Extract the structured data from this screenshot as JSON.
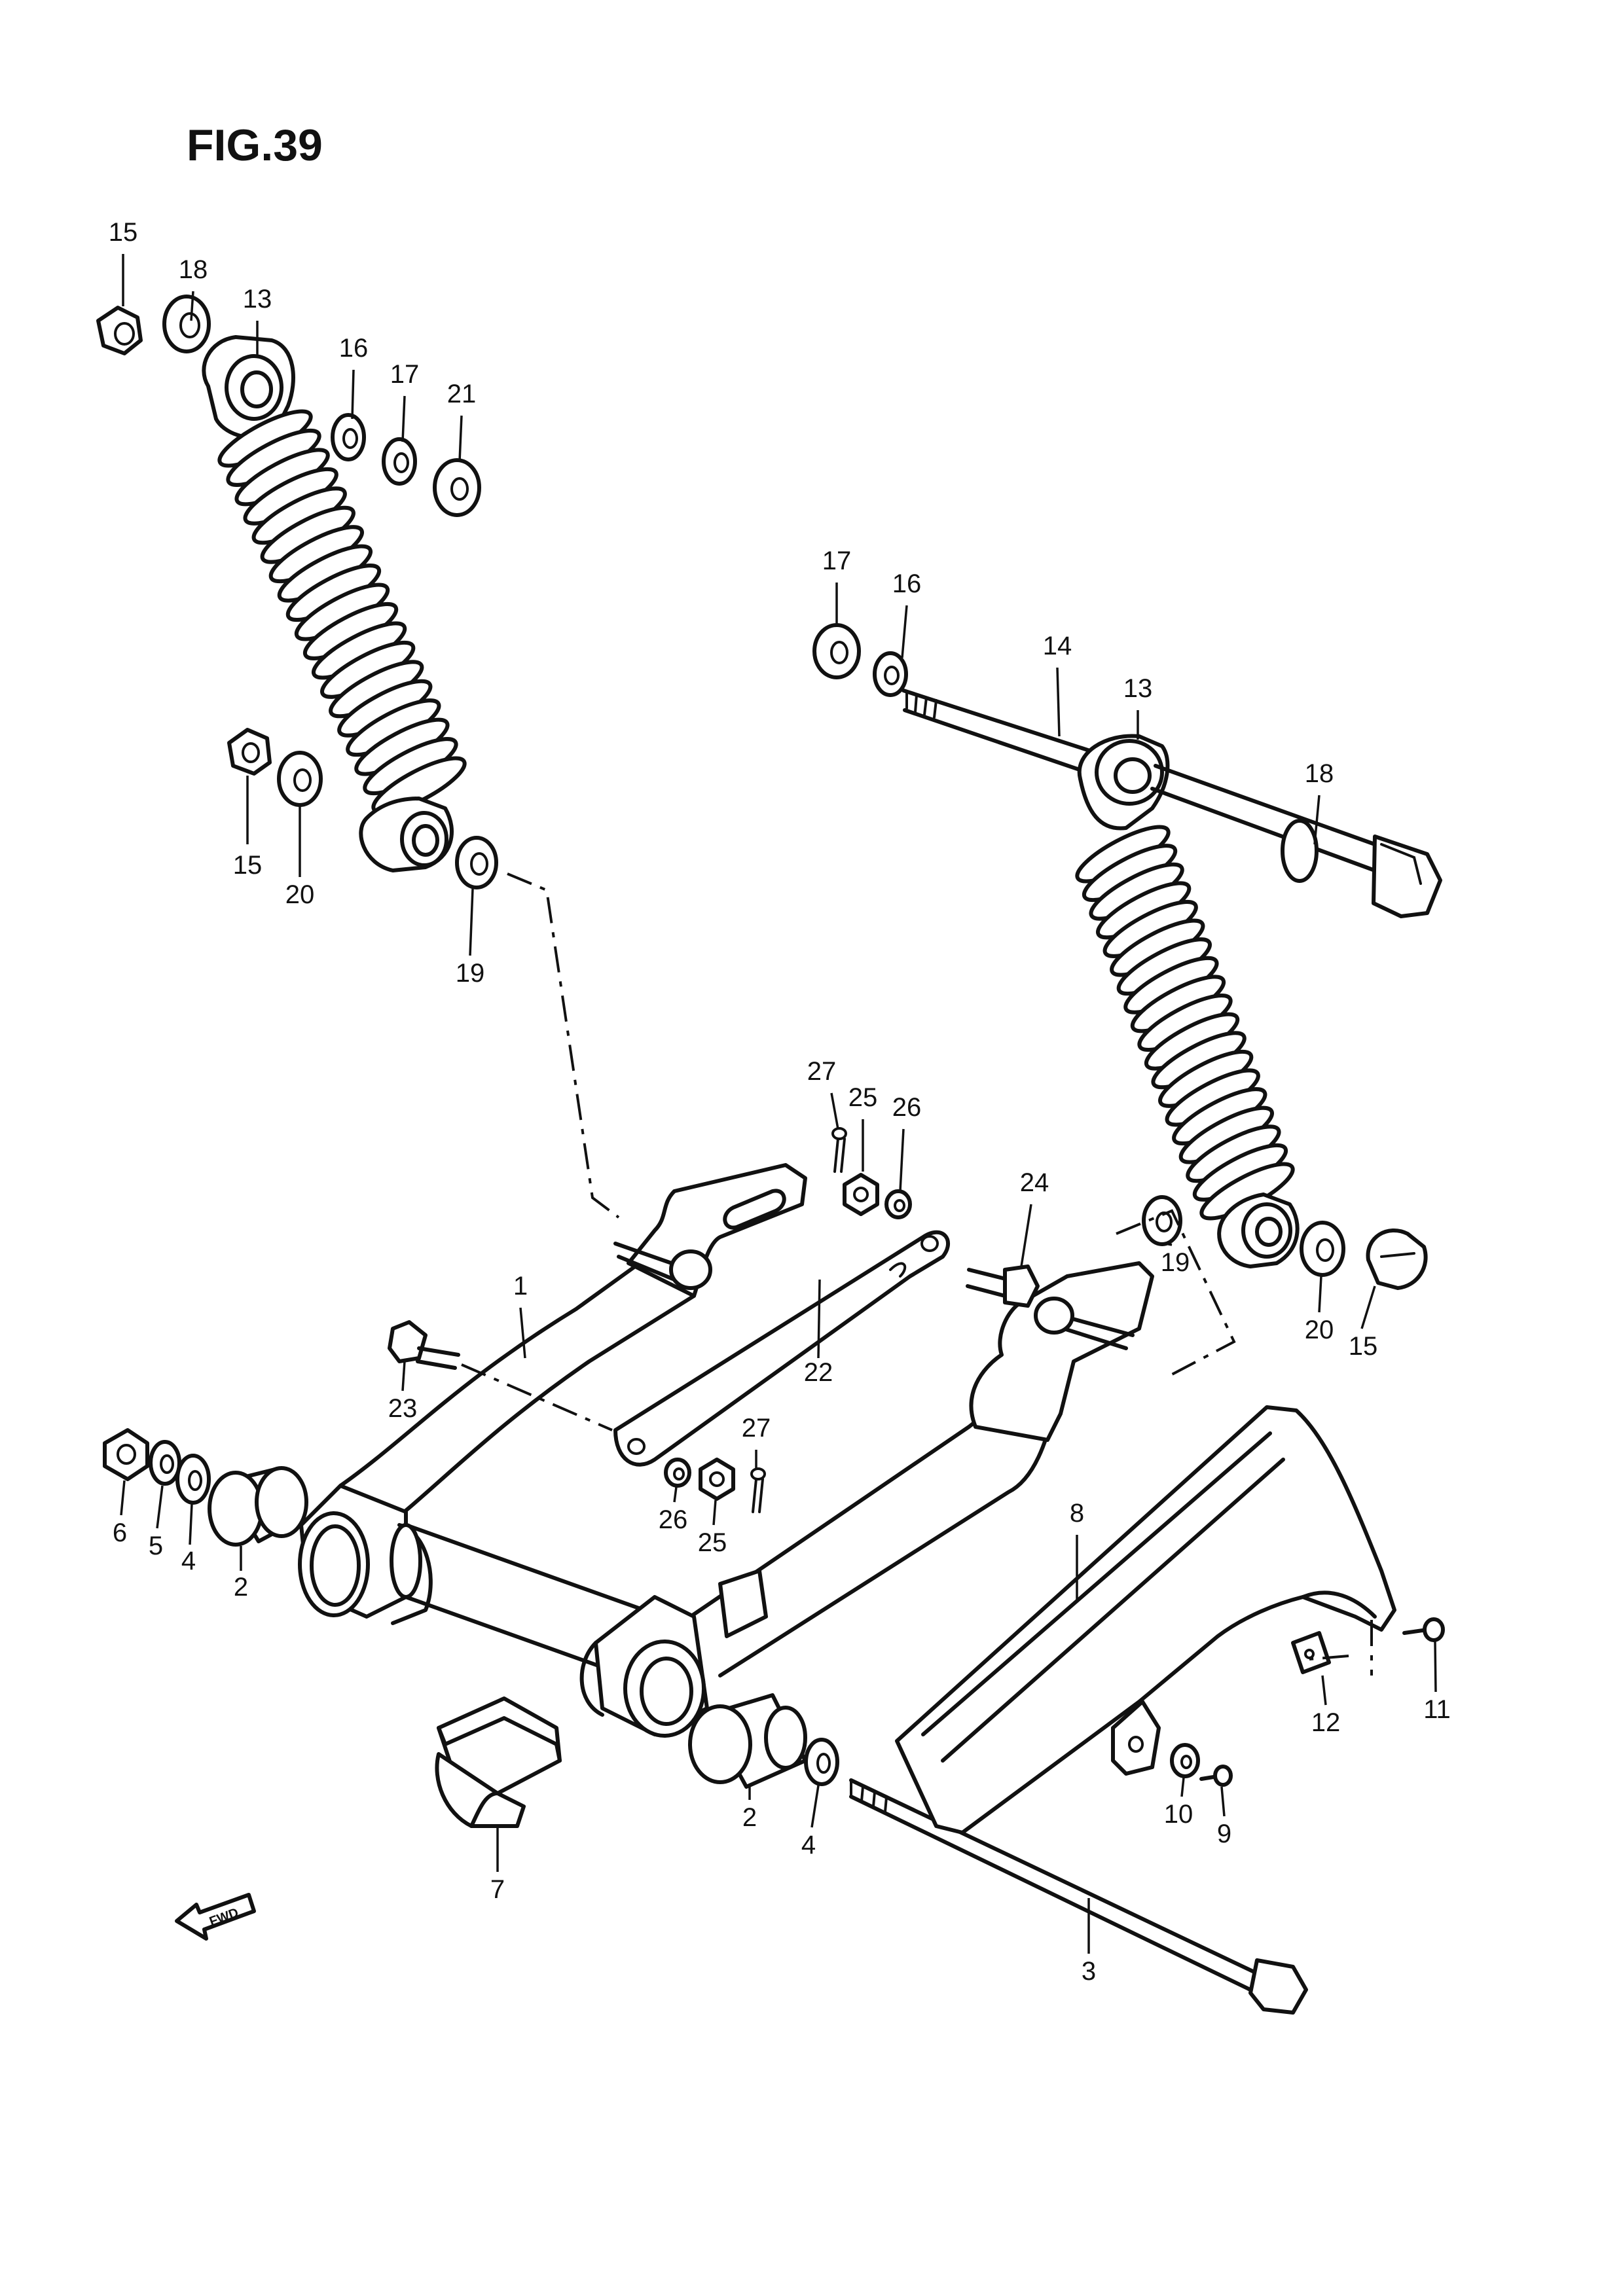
{
  "figure": {
    "title": "FIG.39",
    "direction_label": "FWD"
  },
  "callouts": [
    {
      "id": "c15a",
      "label": "15"
    },
    {
      "id": "c18a",
      "label": "18"
    },
    {
      "id": "c13a",
      "label": "13"
    },
    {
      "id": "c16a",
      "label": "16"
    },
    {
      "id": "c17a",
      "label": "17"
    },
    {
      "id": "c21",
      "label": "21"
    },
    {
      "id": "c15b",
      "label": "15"
    },
    {
      "id": "c20a",
      "label": "20"
    },
    {
      "id": "c19a",
      "label": "19"
    },
    {
      "id": "c17b",
      "label": "17"
    },
    {
      "id": "c16b",
      "label": "16"
    },
    {
      "id": "c14",
      "label": "14"
    },
    {
      "id": "c13b",
      "label": "13"
    },
    {
      "id": "c18b",
      "label": "18"
    },
    {
      "id": "c27a",
      "label": "27"
    },
    {
      "id": "c25a",
      "label": "25"
    },
    {
      "id": "c26a",
      "label": "26"
    },
    {
      "id": "c24",
      "label": "24"
    },
    {
      "id": "c19b",
      "label": "19"
    },
    {
      "id": "c20b",
      "label": "20"
    },
    {
      "id": "c15c",
      "label": "15"
    },
    {
      "id": "c1",
      "label": "1"
    },
    {
      "id": "c22",
      "label": "22"
    },
    {
      "id": "c23",
      "label": "23"
    },
    {
      "id": "c27b",
      "label": "27"
    },
    {
      "id": "c26b",
      "label": "26"
    },
    {
      "id": "c25b",
      "label": "25"
    },
    {
      "id": "c6",
      "label": "6"
    },
    {
      "id": "c5",
      "label": "5"
    },
    {
      "id": "c4a",
      "label": "4"
    },
    {
      "id": "c2a",
      "label": "2"
    },
    {
      "id": "c8",
      "label": "8"
    },
    {
      "id": "c11",
      "label": "11"
    },
    {
      "id": "c12",
      "label": "12"
    },
    {
      "id": "c2b",
      "label": "2"
    },
    {
      "id": "c4b",
      "label": "4"
    },
    {
      "id": "c10",
      "label": "10"
    },
    {
      "id": "c9",
      "label": "9"
    },
    {
      "id": "c7",
      "label": "7"
    },
    {
      "id": "c3",
      "label": "3"
    }
  ]
}
